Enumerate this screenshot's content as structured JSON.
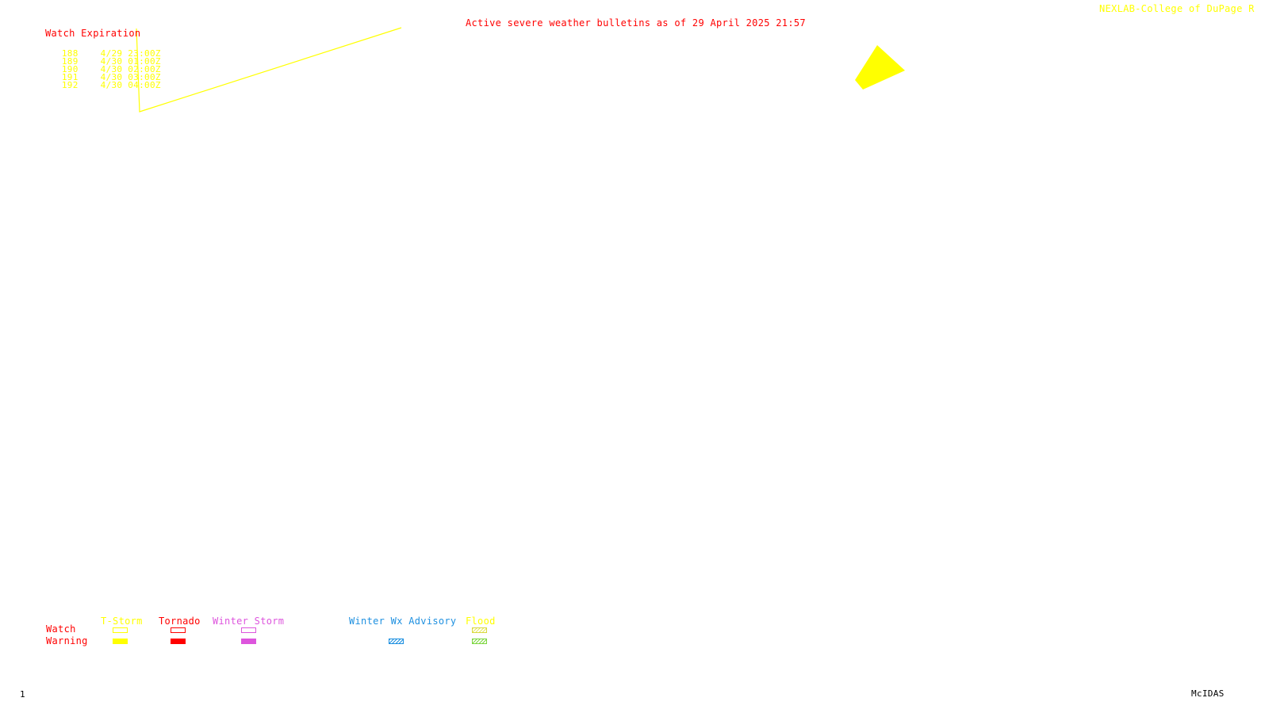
{
  "header": {
    "title": "Active severe weather bulletins as of 29 April 2025 21:57",
    "credit": "NEXLAB-College of DuPage",
    "credit_glyph": "R"
  },
  "watch_table": {
    "heading": "Watch Expiration",
    "rows": [
      {
        "id": "188",
        "expires": "4/29 23:00Z"
      },
      {
        "id": "189",
        "expires": "4/30 01:00Z"
      },
      {
        "id": "190",
        "expires": "4/30 02:00Z"
      },
      {
        "id": "191",
        "expires": "4/30 03:00Z"
      },
      {
        "id": "192",
        "expires": "4/30 04:00Z"
      }
    ]
  },
  "legend": {
    "row_labels": {
      "watch": "Watch",
      "warning": "Warning"
    },
    "categories": [
      {
        "label": "T-Storm",
        "color": "#ffff00"
      },
      {
        "label": "Tornado",
        "color": "#ff0000"
      },
      {
        "label": "Winter Storm",
        "color": "#dd55dd"
      },
      {
        "label": "Winter Wx Advisory",
        "color": "#1e90e0"
      },
      {
        "label": "Flood",
        "color": "#ffff00"
      }
    ]
  },
  "footer": {
    "frame_number": "1",
    "software": "McIDAS"
  },
  "colors": {
    "watch_outline": "#ffff00",
    "warning_fill": "#ffff00",
    "text_red": "#ff0000",
    "background": "#ffffff"
  }
}
